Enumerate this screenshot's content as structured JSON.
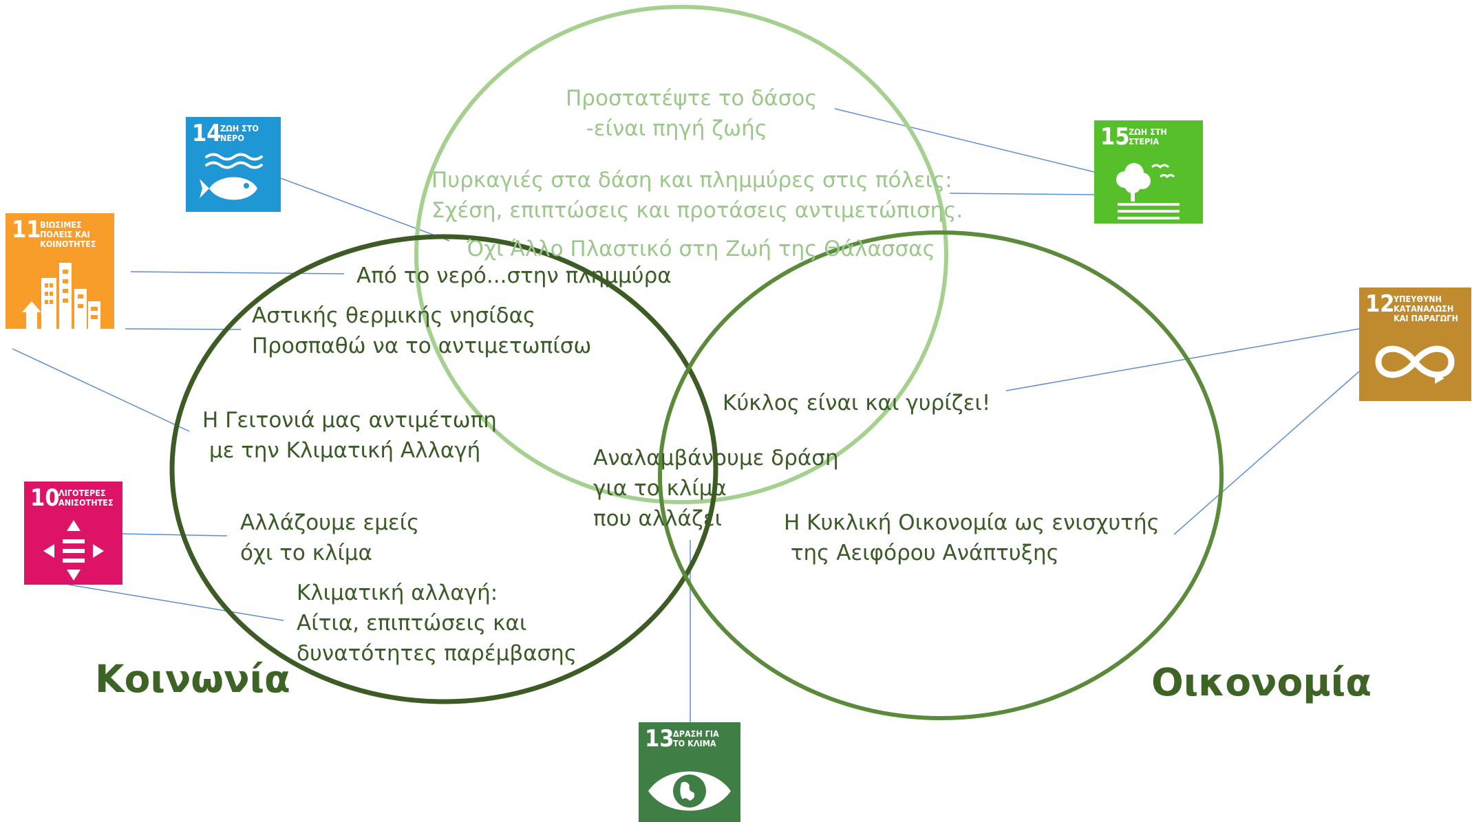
{
  "circles": {
    "environment_color": "#a6d08f",
    "society_color": "#3d5b24",
    "economy_color": "#5a8a3a"
  },
  "labels": {
    "society": "Κοινωνία",
    "economy": "Οικονομία"
  },
  "projects": {
    "forest": "Προστατέψτε το δάσος\n   -είναι πηγή ζωής",
    "fires": "Πυρκαγιές στα δάση και πλημμύρες στις πόλεις:\nΣχέση, επιπτώσεις και προτάσεις αντιμετώπισης.",
    "plastic": "Όχι Άλλο Πλαστικό στη Ζωή της Θάλασσας",
    "water": "Από το νερό...στην πλημμύρα",
    "heat_island": "Αστικής θερμικής νησίδας\nΠροσπαθώ να το αντιμετωπίσω",
    "neighborhood": "Η Γειτονιά μας αντιμέτωπη\n με την Κλιματική Αλλαγή",
    "we_change": "Αλλάζουμε εμείς\nόχι το κλίμα",
    "climate_change": "Κλιματική αλλαγή:\nΑίτια, επιπτώσεις και\nδυνατότητες παρέμβασης",
    "cycle": "Κύκλος είναι και γυρίζει!",
    "action": "Αναλαμβάνουμε δράση\nγια το κλίμα\nπου αλλάζει",
    "circular": "Η Κυκλική Οικονομία ως ενισχυτής\n της Αειφόρου Ανάπτυξης"
  },
  "sdgs": {
    "sdg14": {
      "number": "14",
      "title": "ΖΩΗ ΣΤΟ\nΝΕΡΟ",
      "color": "#1f97d4",
      "icon": "fish-waves-icon"
    },
    "sdg11": {
      "number": "11",
      "title": "ΒΙΩΣΙΜΕΣ\nΠΟΛΕΙΣ ΚΑΙ\nΚΟΙΝΟΤΗΤΕΣ",
      "color": "#f89d2a",
      "icon": "city-buildings-icon"
    },
    "sdg15": {
      "number": "15",
      "title": "ΖΩΗ ΣΤΗ\nΣΤΕΡΙΑ",
      "color": "#56c02b",
      "icon": "tree-birds-icon"
    },
    "sdg12": {
      "number": "12",
      "title": "ΥΠΕΥΘΥΝΗ\nΚΑΤΑΝΑΛΩΣΗ\nΚΑΙ ΠΑΡΑΓΩΓΗ",
      "color": "#bf8b2e",
      "icon": "infinity-loop-icon"
    },
    "sdg10": {
      "number": "10",
      "title": "ΛΙΓΟΤΕΡΕΣ\nΑΝΙΣΟΤΗΤΕΣ",
      "color": "#dd1367",
      "icon": "equality-arrows-icon"
    },
    "sdg13": {
      "number": "13",
      "title": "ΔΡΑΣΗ ΓΙΑ\nΤΟ ΚΛΙΜΑ",
      "color": "#3f7e44",
      "icon": "earth-eye-icon"
    }
  }
}
